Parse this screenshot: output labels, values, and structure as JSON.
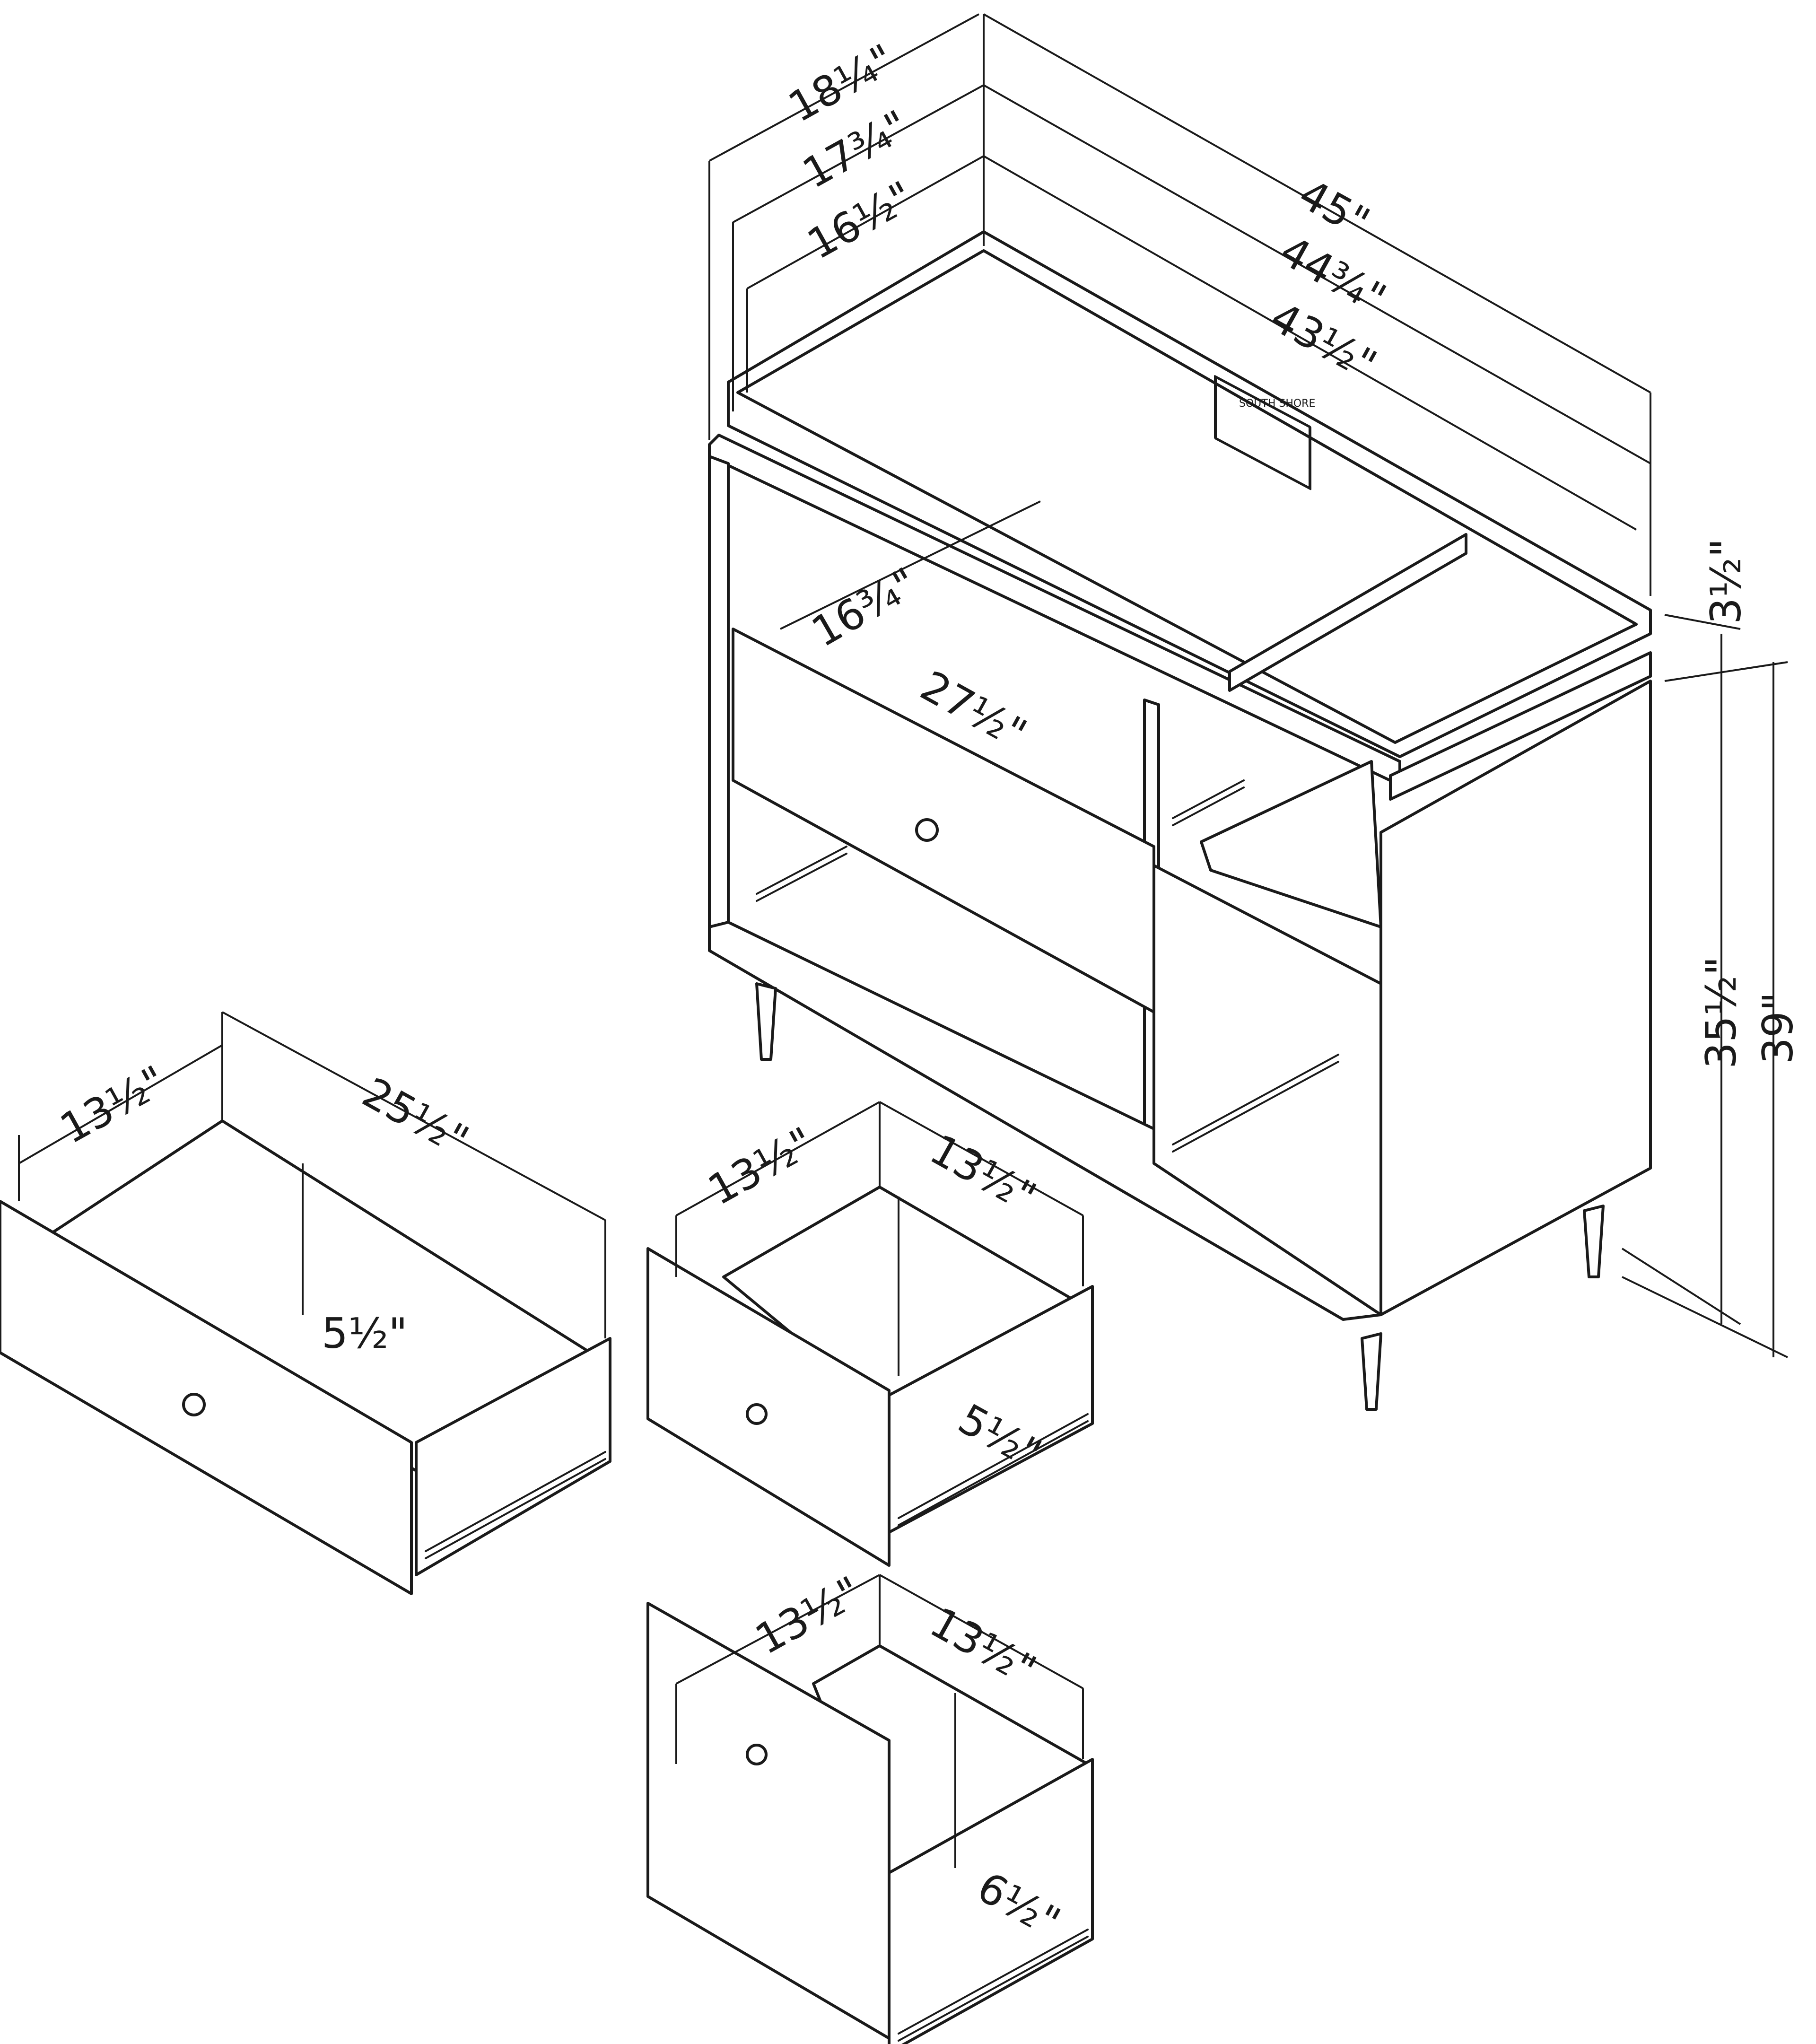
{
  "dimensions": {
    "cabinet": {
      "depth_outer": "18¼\"",
      "depth_mid": "17¾\"",
      "depth_inner": "16½\"",
      "width_outer": "45\"",
      "width_mid": "44¾\"",
      "width_inner": "43½\"",
      "tray_height": "3½\"",
      "body_height": "35½\"",
      "total_height": "39\"",
      "shelf_depth": "16¾\"",
      "drawer_width": "27½\""
    },
    "large_drawer": {
      "depth": "13½\"",
      "width": "25½\"",
      "height": "5½\""
    },
    "small_drawer_1": {
      "depth": "13½\"",
      "width": "13½\"",
      "height": "5½\""
    },
    "small_drawer_2": {
      "depth": "13½\"",
      "width": "13½\"",
      "height": "6½\""
    }
  },
  "label_text": "SOUTH SHORE"
}
